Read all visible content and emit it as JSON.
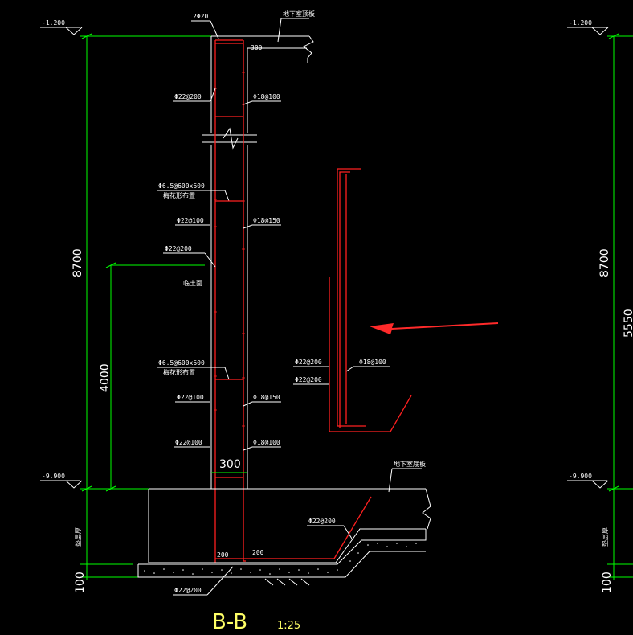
{
  "title": "B-B",
  "scale": "1:25",
  "levels": {
    "top_left": "-1.200",
    "top_right": "-1.200",
    "bottom_left": "-9.900",
    "bottom_right": "-9.900"
  },
  "dimensions": {
    "height_left": "8700",
    "height_right": "8700",
    "height_inner": "4000",
    "height_far_right": "5550",
    "thickness_wall": "300",
    "thickness_top": "300",
    "base_left": "200",
    "base_right": "200",
    "bottom_left": "100",
    "bottom_right": "100",
    "bottom_vert_left": "垫层厚",
    "bottom_vert_right": "垫层厚"
  },
  "labels": {
    "top_bar": "2Φ20",
    "slab_top": "地下室顶板",
    "slab_bottom": "地下室底板",
    "wall_face": "临土面",
    "l1": "Φ22@200",
    "r1": "Φ18@100",
    "tie1_a": "Φ6.5@600x600",
    "tie1_b": "梅花形布置",
    "l2": "Φ22@100",
    "r2": "Φ18@150",
    "l3": "Φ22@200",
    "tie2_a": "Φ6.5@600x600",
    "tie2_b": "梅花形布置",
    "l4": "Φ22@100",
    "r4": "Φ18@150",
    "l5": "Φ22@100",
    "r5": "Φ18@100",
    "footing_bar": "Φ22@200",
    "footing_bottom": "Φ22@200",
    "detail_l1": "Φ22@200",
    "detail_l2": "Φ22@200",
    "detail_r1": "Φ18@100"
  },
  "colors": {
    "dimension": "#00ff00",
    "outline": "#ffffff",
    "rebar": "#ff2020",
    "title": "#ffff66",
    "arrow": "#ff2a2a"
  }
}
